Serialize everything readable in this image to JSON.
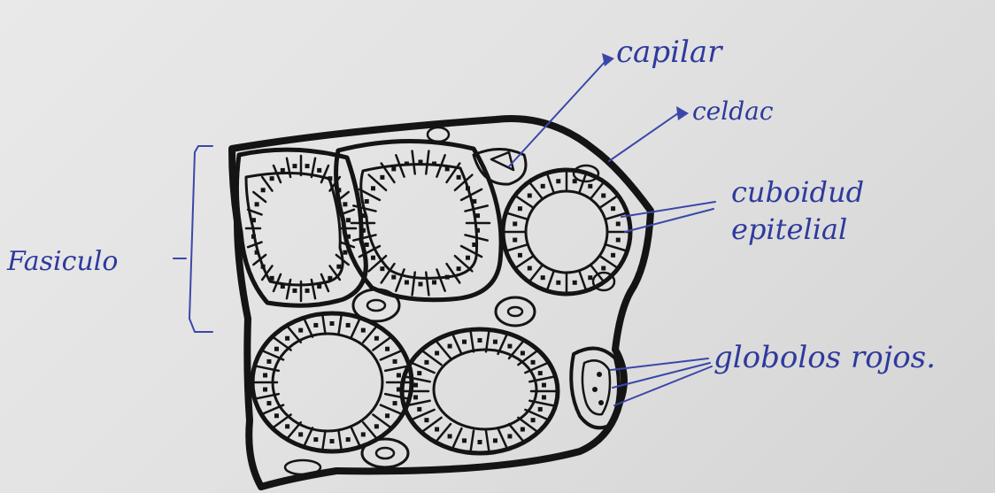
{
  "labels": {
    "capilar": "capilar",
    "celdac": "celdac",
    "cuboidal_line1": "cuboidud",
    "cuboidal_line2": "epitelial",
    "globulos": "globolos rojos.",
    "fasiculo": "Fasiculo"
  },
  "colors": {
    "paper": "#e5e5e5",
    "ink": "#141414",
    "pen": "#3b47a8"
  }
}
